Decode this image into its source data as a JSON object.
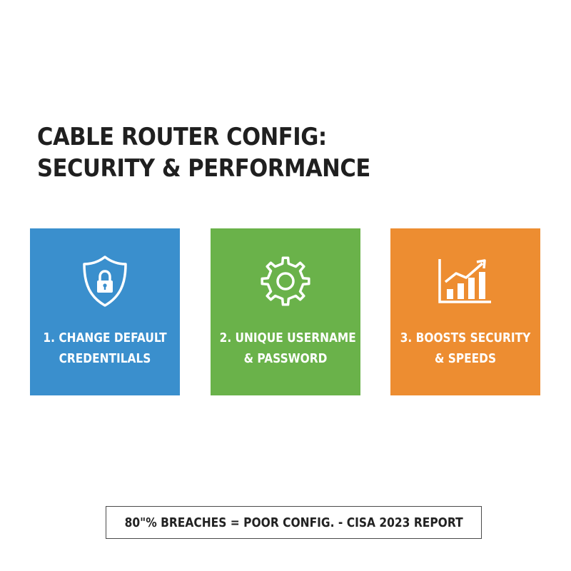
{
  "title": {
    "line1": "CABLE ROUTER CONFIG:",
    "line2": "SECURITY & PERFORMANCE"
  },
  "cards": [
    {
      "icon": "shield-lock-icon",
      "color": "#3a8fcd",
      "line1": "1. CHANGE DEFAULT",
      "line2": "CREDENTILALS"
    },
    {
      "icon": "gear-icon",
      "color": "#6ab24a",
      "line1": "2. UNIQUE USERNAME",
      "line2": "& PASSWORD"
    },
    {
      "icon": "growth-chart-icon",
      "color": "#ed8d31",
      "line1": "3. BOOSTS SECURITY",
      "line2": "& SPEEDS"
    }
  ],
  "footer": {
    "text": "80\"% BREACHES = POOR CONFIG. - CISA 2023 REPORT"
  }
}
